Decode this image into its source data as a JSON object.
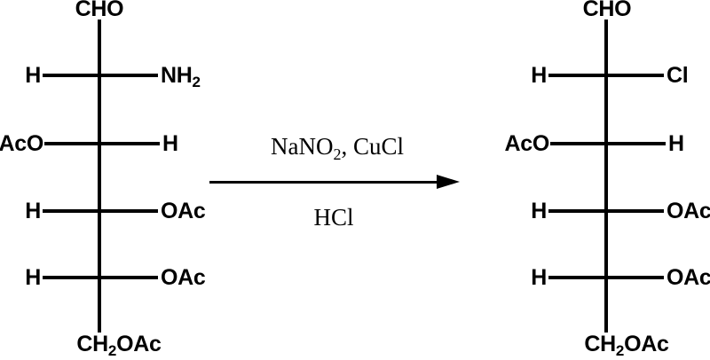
{
  "scheme": {
    "type": "chemical-reaction-scheme",
    "reactant": {
      "name": "reactant-structure",
      "projection": "fischer",
      "top_group": "CHO",
      "bottom_group": "CH2OAc",
      "bottom_group_main": "CH",
      "bottom_group_sub": "2",
      "bottom_group_tail": "OAc",
      "stereocenters": [
        {
          "left": "H",
          "right": "NH2",
          "right_main": "NH",
          "right_sub": "2"
        },
        {
          "left": "AcO",
          "right": "H",
          "right_main": "H",
          "right_sub": ""
        },
        {
          "left": "H",
          "right": "OAc",
          "right_main": "OAc",
          "right_sub": ""
        },
        {
          "left": "H",
          "right": "OAc",
          "right_main": "OAc",
          "right_sub": ""
        }
      ]
    },
    "product": {
      "name": "product-structure",
      "projection": "fischer",
      "top_group": "CHO",
      "bottom_group": "CH2OAc",
      "bottom_group_main": "CH",
      "bottom_group_sub": "2",
      "bottom_group_tail": "OAc",
      "stereocenters": [
        {
          "left": "H",
          "right": "Cl",
          "right_main": "Cl",
          "right_sub": ""
        },
        {
          "left": "AcO",
          "right": "H",
          "right_main": "H",
          "right_sub": ""
        },
        {
          "left": "H",
          "right": "OAc",
          "right_main": "OAc",
          "right_sub": ""
        },
        {
          "left": "H",
          "right": "OAc",
          "right_main": "OAc",
          "right_sub": ""
        }
      ]
    },
    "arrow": {
      "name": "reaction-arrow",
      "direction": "right",
      "reagents_above_main": "NaNO",
      "reagents_above_sub": "2",
      "reagents_above_tail": ", CuCl",
      "reagents_above_full": "NaNO2, CuCl",
      "reagents_below": "HCl"
    },
    "colors": {
      "ink": "#000000",
      "background": "#ffffff"
    }
  }
}
